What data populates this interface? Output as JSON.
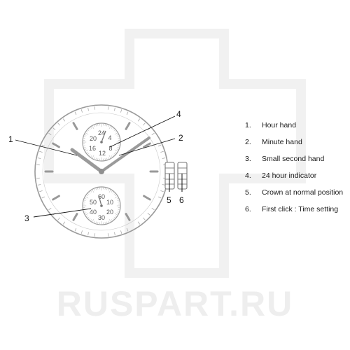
{
  "diagram": {
    "callouts": [
      "1",
      "2",
      "3",
      "4",
      "5",
      "6"
    ],
    "hour_subdial_labels": [
      "24",
      "4",
      "20",
      "16",
      "12",
      "8"
    ],
    "second_subdial_labels": [
      "60",
      "50",
      "10",
      "40",
      "20",
      "30"
    ],
    "legend": [
      {
        "num": "1.",
        "text": "Hour hand"
      },
      {
        "num": "2.",
        "text": "Minute hand"
      },
      {
        "num": "3.",
        "text": "Small second hand"
      },
      {
        "num": "4.",
        "text": "24 hour indicator"
      },
      {
        "num": "5.",
        "text": "Crown at normal position"
      },
      {
        "num": "6.",
        "text": "First click : Time setting"
      }
    ]
  },
  "watermark": "RUSPART.RU",
  "colors": {
    "dial": "#999999",
    "hands": "#9a9a9a",
    "leader": "#111111",
    "cross": "#f0f0f0"
  }
}
